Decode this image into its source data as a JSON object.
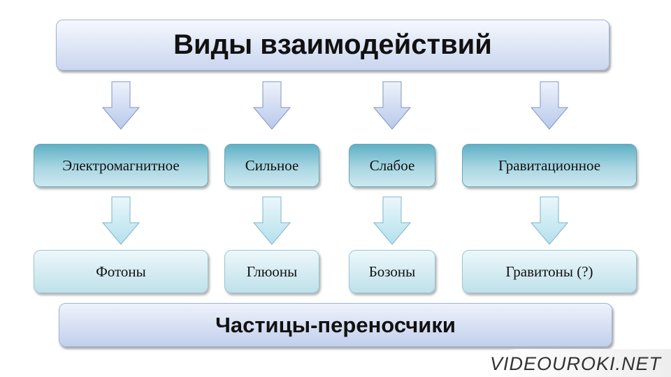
{
  "title": "Виды взаимодействий",
  "interactions": [
    {
      "label": "Электромагнитное",
      "carrier": "Фотоны"
    },
    {
      "label": "Сильное",
      "carrier": "Глюоны"
    },
    {
      "label": "Слабое",
      "carrier": "Бозоны"
    },
    {
      "label": "Гравитационное",
      "carrier": "Гравитоны (?)"
    }
  ],
  "footer": "Частицы-переносчики",
  "logo": "VIDEOUROKI.NET"
}
